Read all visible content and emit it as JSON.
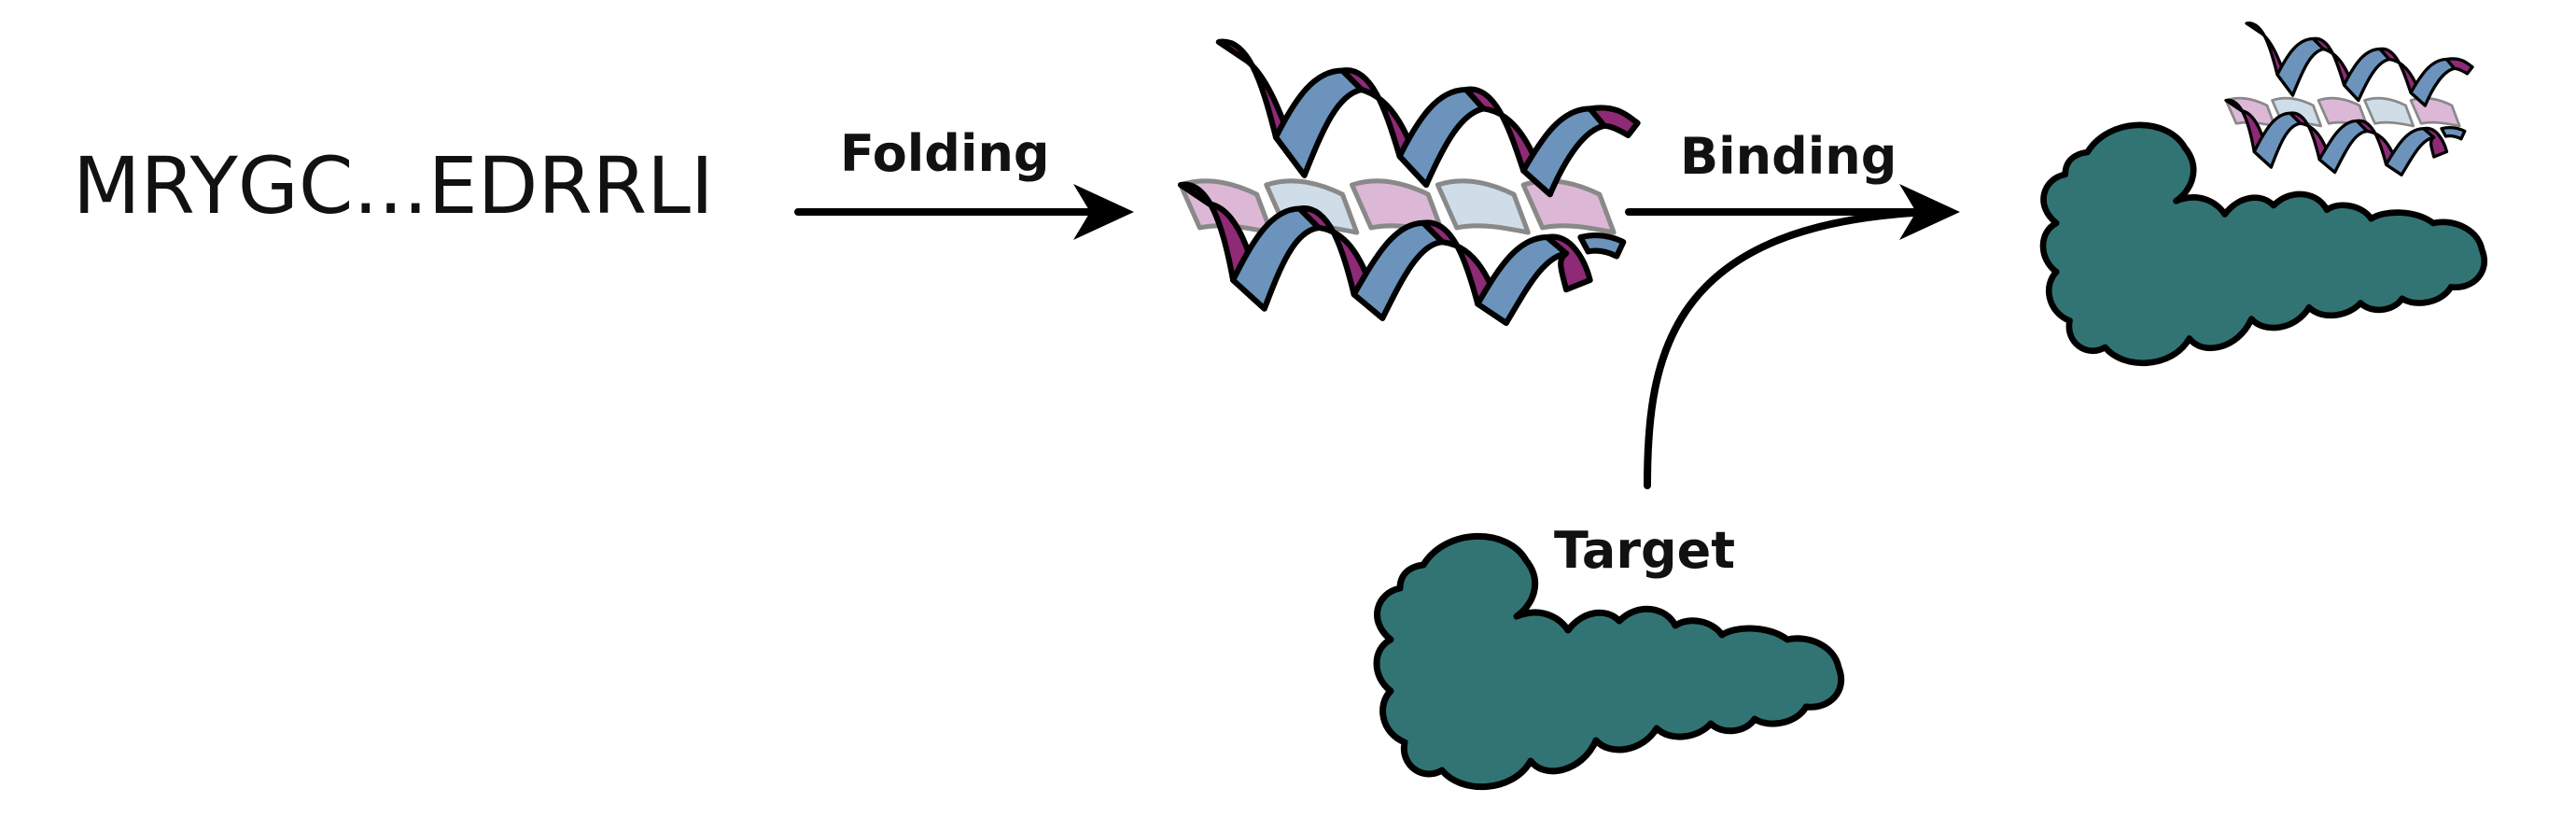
{
  "sequence": {
    "text": "MRYGC...EDRRLI"
  },
  "steps": {
    "folding_label": "Folding",
    "binding_label": "Binding",
    "target_label": "Target"
  },
  "colors": {
    "helix_magenta": "#8e2a76",
    "helix_blue": "#6b93bb",
    "helix_pink_back": "#c27fb5",
    "helix_lightblue_back": "#a9c3d8",
    "target_teal": "#327474",
    "arrow": "#000000"
  },
  "icons": {
    "folded_protein": "helix-bundle-icon",
    "target_protein": "protein-blob-icon",
    "complex": "bound-complex-icon"
  }
}
